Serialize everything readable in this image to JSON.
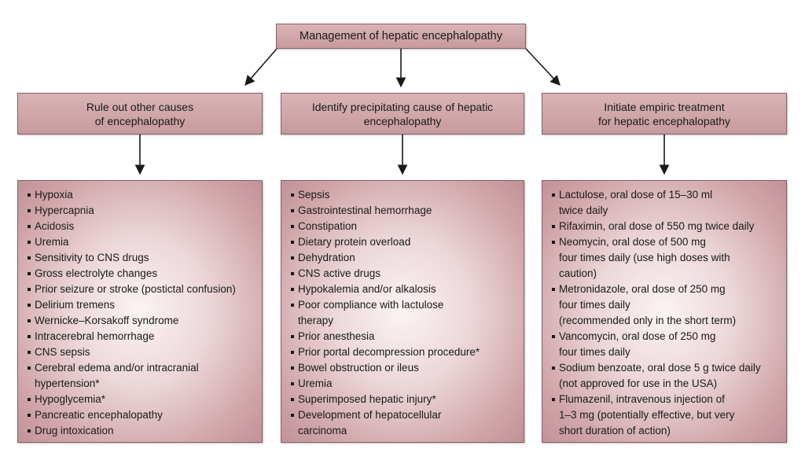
{
  "root": {
    "label": "Management of hepatic encephalopathy"
  },
  "columns": [
    {
      "header": "Rule out other causes\nof encephalopathy",
      "items": [
        "Hypoxia",
        "Hypercapnia",
        "Acidosis",
        "Uremia",
        "Sensitivity to CNS drugs",
        "Gross electrolyte changes",
        "Prior seizure or stroke (postictal confusion)",
        "Delirium tremens",
        "Wernicke–Korsakoff syndrome",
        "Intracerebral hemorrhage",
        "CNS sepsis",
        "Cerebral edema and/or intracranial\nhypertension*",
        "Hypoglycemia*",
        "Pancreatic encephalopathy",
        "Drug intoxication"
      ]
    },
    {
      "header": "Identify precipitating cause of hepatic\nencephalopathy",
      "items": [
        "Sepsis",
        "Gastrointestinal hemorrhage",
        "Constipation",
        "Dietary protein overload",
        "Dehydration",
        "CNS active drugs",
        "Hypokalemia and/or alkalosis",
        "Poor compliance with lactulose\ntherapy",
        "Prior anesthesia",
        "Prior portal decompression procedure*",
        "Bowel obstruction or ileus",
        "Uremia",
        "Superimposed hepatic injury*",
        "Development of hepatocellular\ncarcinoma"
      ]
    },
    {
      "header": "Initiate empiric treatment\nfor hepatic encephalopathy",
      "items": [
        "Lactulose, oral dose of 15–30 ml\ntwice daily",
        "Rifaximin, oral dose of 550 mg twice daily",
        "Neomycin, oral dose of 500 mg\nfour times daily (use high doses with\ncaution)",
        "Metronidazole, oral dose of 250 mg\nfour times daily\n(recommended only in the short term)",
        "Vancomycin, oral dose of 250 mg\nfour times daily",
        "Sodium benzoate, oral dose 5 g twice daily\n(not approved for use in the USA)",
        "Flumazenil, intravenous injection of\n1–3 mg (potentially effective, but very\nshort duration of action)"
      ]
    }
  ],
  "colors": {
    "box_fill": "#d4abae",
    "box_border": "#8a5f63",
    "arrow": "#1a1a1a"
  }
}
